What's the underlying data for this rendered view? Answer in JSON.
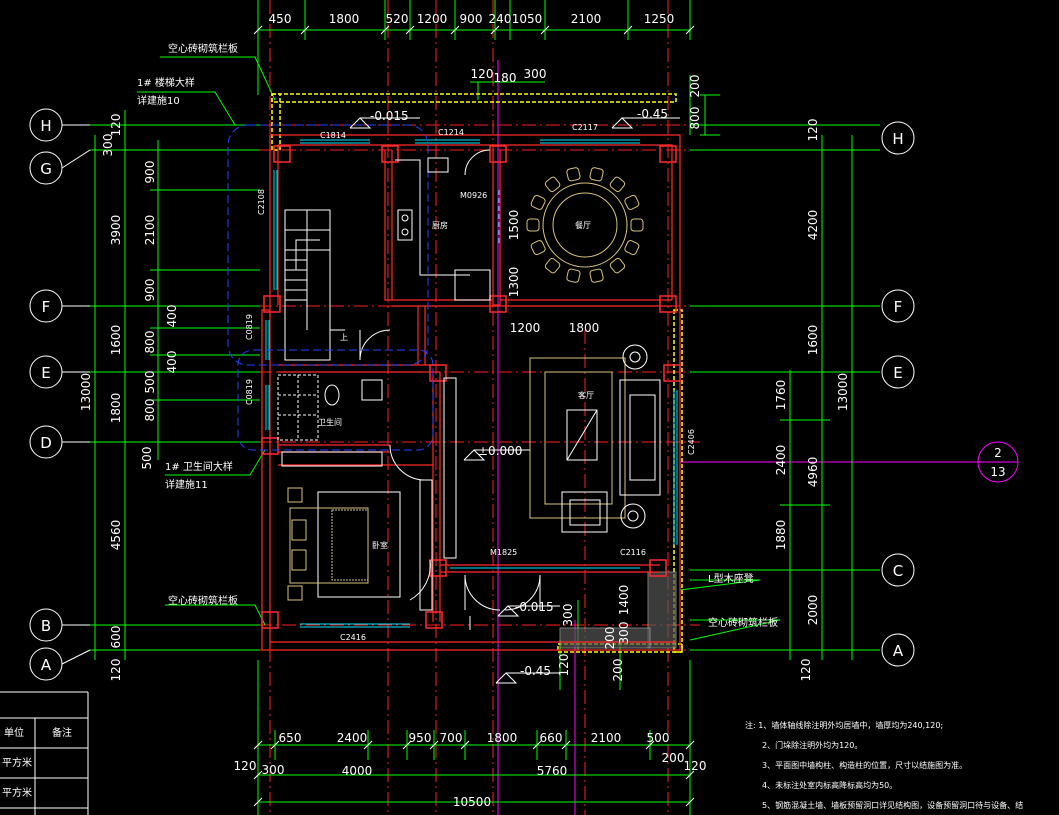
{
  "axes_left": [
    "H",
    "G",
    "F",
    "E",
    "D",
    "B",
    "A"
  ],
  "axes_right": [
    "H",
    "F",
    "E",
    "C",
    "A"
  ],
  "top_dims": [
    "450",
    "1800",
    "520",
    "1200",
    "900",
    "240",
    "1050",
    "2100",
    "1250"
  ],
  "top_small": [
    "120",
    "180",
    "300",
    "200",
    "800"
  ],
  "left_dims_inner": [
    "120",
    "300",
    "900",
    "2100",
    "900",
    "400",
    "800",
    "400",
    "500",
    "800",
    "500",
    "4560",
    "600",
    "120"
  ],
  "left_dims_outer": [
    "3900",
    "1600",
    "1800",
    "13000"
  ],
  "right_dims": [
    "120",
    "4200",
    "1600",
    "1760",
    "2400",
    "4960",
    "1880",
    "2000",
    "120",
    "13000"
  ],
  "bottom_row1": [
    "650",
    "2400",
    "950",
    "700",
    "1800",
    "660",
    "2100",
    "500"
  ],
  "bottom_row2": [
    "120",
    "300",
    "4000",
    "5760",
    "200",
    "120"
  ],
  "bottom_total": "10500",
  "bottom_small": [
    "120",
    "200",
    "300"
  ],
  "callouts": {
    "top_parapet": "空心砖砌筑栏板",
    "stair_detail": "1# 楼梯大样",
    "stair_ref": "详建施10",
    "bath_detail": "1# 卫生间大样",
    "bath_ref": "详建施11",
    "bottom_parapet": "空心砖砌筑栏板",
    "wood_seat": "L型木座凳",
    "right_parapet": "空心砖砌筑栏板"
  },
  "levels": {
    "top_left": "-0.015",
    "top_right": "-0.45",
    "center": "±0.000",
    "bottom_porch": "-0.015",
    "bottom": "-0.45"
  },
  "openings": {
    "c1814": "C1814",
    "c1214": "C1214",
    "c2117": "C2117",
    "c2108": "C2108",
    "m0926": "M0926",
    "c0819a": "C0819",
    "c0819b": "C0819",
    "c2406": "C2406",
    "m1825": "M1825",
    "c2116": "C2116",
    "c2416": "C2416"
  },
  "rooms": {
    "kitchen": "厨房",
    "dining": "餐厅",
    "living": "客厅",
    "bath": "卫生间",
    "bedroom": "卧室",
    "up": "上"
  },
  "inner_dims": [
    "1500",
    "1300",
    "1200",
    "1800",
    "1400",
    "300",
    "200"
  ],
  "section_mark": {
    "top": "2",
    "bottom": "13"
  },
  "table": {
    "col1": "单位",
    "col2": "备注",
    "rows": [
      "平方米",
      "平方米"
    ]
  },
  "notes": [
    "注: 1、墙体轴线除注明外均居墙中，墙厚均为240,120;",
    "2、门垛除注明外均为120。",
    "3、平面图中墙构柱、构造柱的位置，尺寸以结施图为准。",
    "4、未标注处室内标高降标高均为50。",
    "5、钢筋混凝土墙、墙板预留洞口详见结构图，设备预留洞口待与设备、结"
  ]
}
